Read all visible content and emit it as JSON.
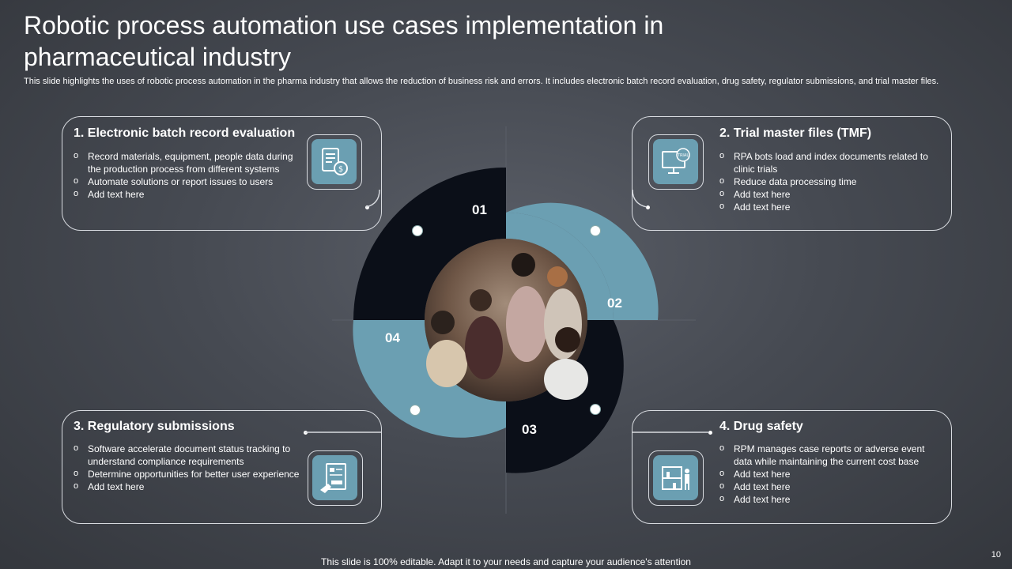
{
  "title": "Robotic process automation use cases implementation in pharmaceutical industry",
  "subtitle": "This slide highlights the uses of robotic process automation in the pharma industry that allows the reduction of business risk and errors. It includes electronic batch record evaluation, drug safety, regulator submissions, and trial master files.",
  "cards": [
    {
      "heading": "1. Electronic batch record evaluation",
      "icon": "document-dollar-icon",
      "bullets": [
        "Record materials, equipment, people data during the production process from different systems",
        "Automate solutions or report issues to users",
        "Add text here"
      ]
    },
    {
      "heading": "2. Trial master files (TMF)",
      "icon": "monitor-trial-icon",
      "bullets": [
        "RPA bots load and index documents related to clinic trials",
        "Reduce data processing time",
        "Add text here",
        "Add text here"
      ]
    },
    {
      "heading": "3. Regulatory submissions",
      "icon": "submit-document-icon",
      "bullets": [
        "Software  accelerate document status tracking to understand compliance requirements",
        "Determine opportunities for better user experience",
        "Add text here"
      ]
    },
    {
      "heading": "4. Drug safety",
      "icon": "lab-worker-icon",
      "bullets": [
        "RPM manages case reports or adverse event data while maintaining the current cost base",
        "Add text here",
        "Add text here",
        "Add text here"
      ]
    }
  ],
  "numbers": [
    "01",
    "02",
    "03",
    "04"
  ],
  "colors": {
    "dark": "#0b0f18",
    "accent": "#6b9fb2",
    "background": "#464a52"
  },
  "footer": "This slide is 100% editable. Adapt it to your needs and capture your audience's attention",
  "page_number": "10"
}
